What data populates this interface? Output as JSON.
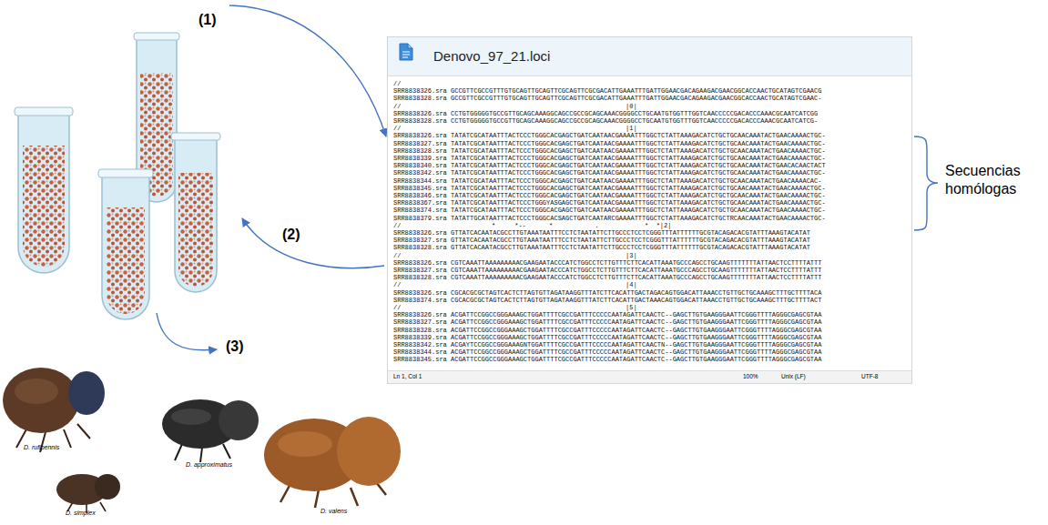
{
  "diagram": {
    "nodes": [
      {
        "text": [
          "Denovo_97_21.loci"
        ]
      }
    ],
    "labels": [
      "(1)",
      "Secuencias homólogas",
      "(2)",
      "(3)",
      "D. rufipennis",
      "D. approximatus",
      "D. simplex",
      "D. valens",
      "Ln 1, Col 1",
      "100%",
      "Unix (LF)",
      "UTF-8",
      "//",
      "SRR8838326.sra GCCGTTCGCCGTTTGTGCAGTTGCAGTTCGCAGTTCGCGACATTGAAATTTGATTGGAACGACAGAAGACGAACGGCACCAACTGCATAGTCGAACG",
      "SRR8838328.sra GCCGTTCGCCGTTTGTGCAGTTGCAGTTCGCAGTTCGCGACATTGAAATTTGATTGGAACGACAGAAGACGAACGGCACCAACTGCATAGTCGAAC-",
      "//",
      "|0|",
      "SRR8838326.sra CCTGTGGGGGTGCCGTTGCAGCAAAGGCAGCCGCCGCAGCAAACGGGGCCTGCAATGTGGTTTGGTCAACCCCCGACACCCAAACGCAATCATCGG",
      "SRR8838328.sra CCTGTGGGGGTGCCGTTGCAGCAAAGGCAGCCGCCGCAGCAAACGGGGCCTGCAATGTGGTTTGGTCAACCCCCGACACCCAAACGCAATCATCG-",
      "//",
      "|1|",
      "SRR8838326.sra TATATCGCATAATTTACTCCCTGGGCACGAGCTGATCAATAACGAAAATTTGGCTCTATTAAAGACATCTGCTGCAACAAATACTGAACAAAACTGC-",
      "SRR8838327.sra TATATCGCATAATTTACTCCCTGGGCACGAGCTGATCAATAACGAAAATTTGGCTCTATTAAAGACATCTGCTGCAACAAATACTGAACAAAACTGC-",
      "SRR8838328.sra TATATCGCATAATTTACTCCCTGGGCACGAGCTGATCAATAACGAAAATTTGGCTCTATTAAAGACATCTGCTGCAACAAATACTGAACAAAACTGC-",
      "SRR8838339.sra TATATCGCATAATTTACTCCCTGGGCACGAGCTGATCAATAACGAAAATTTGGCTCTATTAAAGACATCTGCTGCAACAAATACTGAACAAAACTGC-",
      "SRR8838340.sra TATATCGCATAATTTACTCCCTGGGCACGAGCTGATCAATAACGAAAATTTGGCTCTATTAAAGACATCTGCTGCAACAAATACTGAACACAACTACT",
      "SRR8838342.sra TATATCGCATAATTTACTCCCTGGGCACGAGCTGATCAATAACGAAAATTTGGCTCTATTAAAGACATCTGCTGCAACAAATACTGAACAAAACTGC-",
      "SRR8838344.sra TATATCGCATAATTTACTCCCTGGGCACGAGCTGATCAATAACGAAAATTTGGCTCTATTAAAGACATCTGCTGCAACAAATACTGAACAAAACAC-",
      "SRR8838345.sra TATATCGCATAATTTACTCCCTGGGCACGAGCTGATCAATAACGAAAATTTGGCTCTATTAAAGACATCTGCTGCAACAAATACTGAACAAAACTGC-",
      "SRR8838346.sra TATATCGCATAATTTACTCCCTGGGCACGAGCTGATCAATAACGAAAATTTGGCTCTATTAAAGACATCTGCTGCAACAAATACTGAACAAAACTGC-",
      "SRR8838367.sra TATATCGCATAATTTACTCCCTGGGYASGAGCTGATCAATAACGAAAATTTGGCTCTATTAAAGACATCTGCTGCAACAAATACTGAACAAAACTGC-",
      "SRR8838374.sra TATATCGCATAATTTACTCCCTGGGCACGAGCTGATCAATAACGAAAATTTGGCTCTATTAAAGACATCTGCTGCAACAAATACTGAACAAAACTGC-",
      "SRR8838379.sra TATATTGCATAATTTACTCCCTGGGCACSAGCTGATCAATARCGAAAATTTGGCTCTATTAAAGACATCTGCTRCAACAAATACTGAACAAAACTGC-",
      "//",
      "*     *--      *           .            *  *|2|",
      "SRR8838326.sra GTTATCACAATACGCCTTGTAAATAATTTCCTCTAATATTCTTGCCCTCCTCGGGTTTATTTTTTGCGTACAGACACGTATTTAAAGTACATAT",
      "SRR8838327.sra GTTATCACAATACGCCTTGTAAATAATTTCCTCTAATATTCTTGCCCTCCTCGGGTTTATTTTTTGCGTACAGACACGTATTTAAAGTACATAT",
      "SRR8838328.sra GTTATCACAATACGCCTTGTAAATAATTTCCTCTAATATTCTTGCCCTCCTCGGGTTTATTTTTTGCGTACAGACACGTATTTAAAGTACATAT",
      "//",
      "|3|",
      "SRR8838326.sra CGTCAAATTAAAAAAAAACGAAGAATACCCATCTGGCCTCTTGTTTCTTCACATTAAATGCCCAGCCTGCAAGTTTTTTTATTAACTCCTTTTATTT",
      "SRR8838327.sra CGTCAAATTAAAAAAAAACGAAGAATACCCATCTGGCCTCTTGTTTCTTCACATTAAATGCCCAGCCTGCAAGTTTTTTTATTAACTCCTTTTATTT",
      "SRR8838328.sra CGTCAAATTAAAAAAAAACGAAGAATACCCATCTGGCCTCTTGTTTCTTCACATTAAATGCCCAGCCTGCAAGTTTTTTTATTAACTCCTTTTATTT",
      "//",
      "|4|",
      "SRR8838326.sra CGCACGCGCTAGTCACTCTTAGTGTTAGATAAGGTTTATCTTCACATTGACTAGACAGTGGACATTAAACCTGTTGCTGCAAAGCTTTGCTTTTACA",
      "SRR8838374.sra CGCACGCGCTAGTCACTCTTAGTGTTAGATAAGGTTTATCTTCACATTGACTAAACAGTGGACATTAAACCTGTTGCTGCAAAGCTTTGCTTTTACT",
      "//",
      "|5|",
      "SRR8838326.sra ACGATTCCGGCCGGGAAAGCTGGATTTTCGCCGATTTCCCCCAATAGATTCAACTC--GAGCTTGTGAAGGGAATTCGGGTTTTAGGGCGAGCGTAA",
      "SRR8838327.sra ACGATTCCGGCCGGGAAAGCTGGATTTTCGCCGATTTCCCCCAATAGATTCAACTC--GAGCTTGTGAAGGGAATTCGGGTTTTAGGGCGAGCGTAA",
      "SRR8838328.sra ACGATTCCGGCCGGGAAAGCTGGATTTTCGCCGATTTCCCCCAATAGATTCAACTC--GAGCTTGTGAAGGGAATTCGGGTTTTAGGGCGAGCGTAA",
      "SRR8838339.sra ACGATTCCGGCCGGGAAAGCTGGATTTTCGCCGATTTCCCCCAATAGATTCAACTC--GAGCTTGTGAAGGGAATTCGGGTTTTAGGGCGAGCGTAA",
      "SRR8838342.sra ACGAYTCCGGCCGGGAAAGNTGGATTTTCGCCGATTTCCCCCAATAGATTCAACTN--GAGCTTGTGAAGGGAATTCGGGTTTTAGGGCGAGCGTAA",
      "SRR8838344.sra ACGATTCCGGCCGGGAAAGCTGGATTTTCGCCGATTTCCCCCAATAGATTCAACTC--GAGCTTGTGAAGGGAATTCGGGTTTTAGGGCGAGCGTAA",
      "SRR8838345.sra ACGATTCCGGCCGGGAAAGCTGGATTTTCGCCGATTTCCCCCAATAGATTCAACTC--GAGCTTGTGAAGGGAATTCGGGTTTTAGGGCGAGCGTAA"
    ]
  }
}
